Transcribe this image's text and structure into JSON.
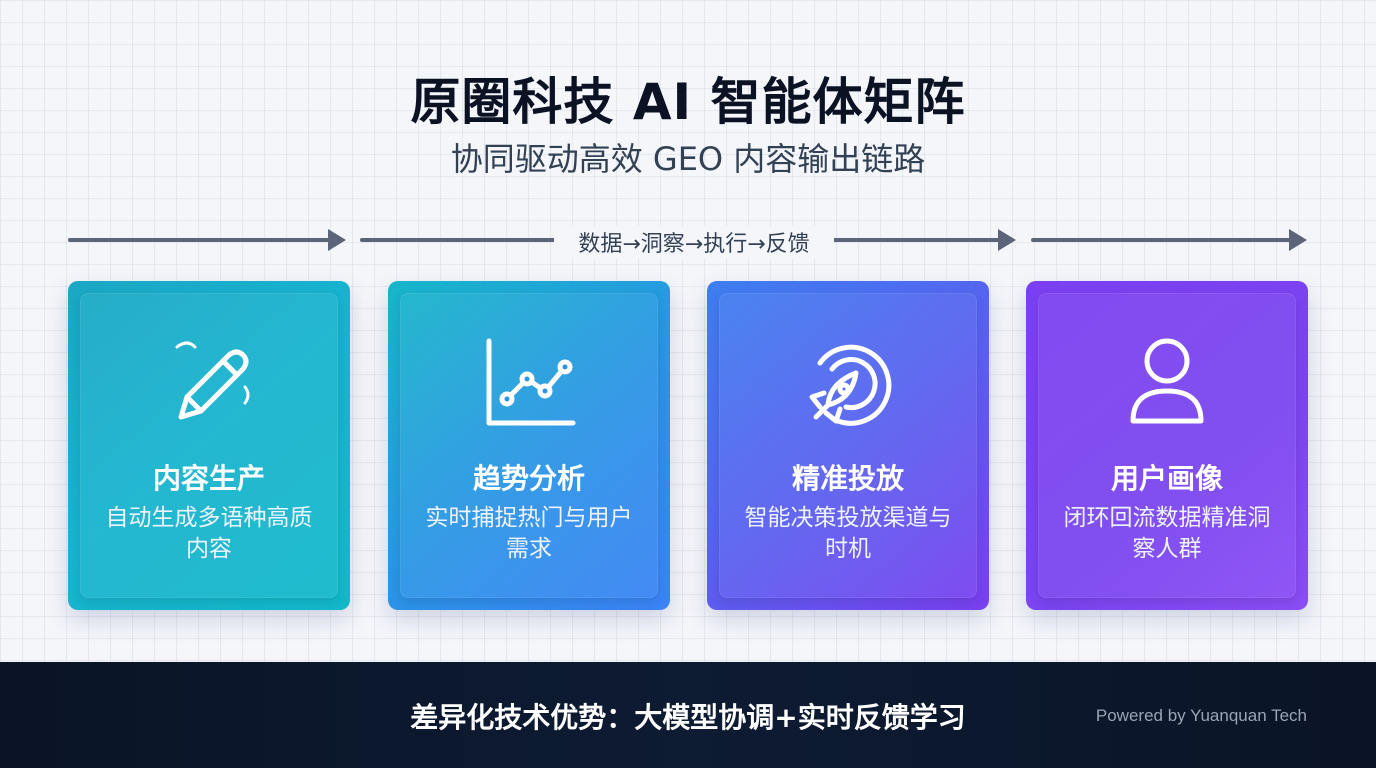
{
  "header": {
    "title": "原圈科技 AI 智能体矩阵",
    "subtitle": "协同驱动高效 GEO 内容输出链路"
  },
  "flow": {
    "label": "数据→洞察→执行→反馈"
  },
  "cards": [
    {
      "title": "内容生产",
      "desc": "自动生成多语种高质内容",
      "icon": "pencil-icon"
    },
    {
      "title": "趋势分析",
      "desc": "实时捕捉热门与用户需求",
      "icon": "line-chart-icon"
    },
    {
      "title": "精准投放",
      "desc": "智能决策投放渠道与时机",
      "icon": "rocket-target-icon"
    },
    {
      "title": "用户画像",
      "desc": "闭环回流数据精准洞察人群",
      "icon": "user-icon"
    }
  ],
  "footer": {
    "text": "差异化技术优势：大模型协调+实时反馈学习",
    "credit": "Powered by Yuanquan Tech"
  },
  "colors": {
    "card1": "#17b3cf",
    "card2": "#2a94e6",
    "card3": "#5b5ef0",
    "card4": "#7b3ff2",
    "footer_bg": "#0b1426"
  }
}
